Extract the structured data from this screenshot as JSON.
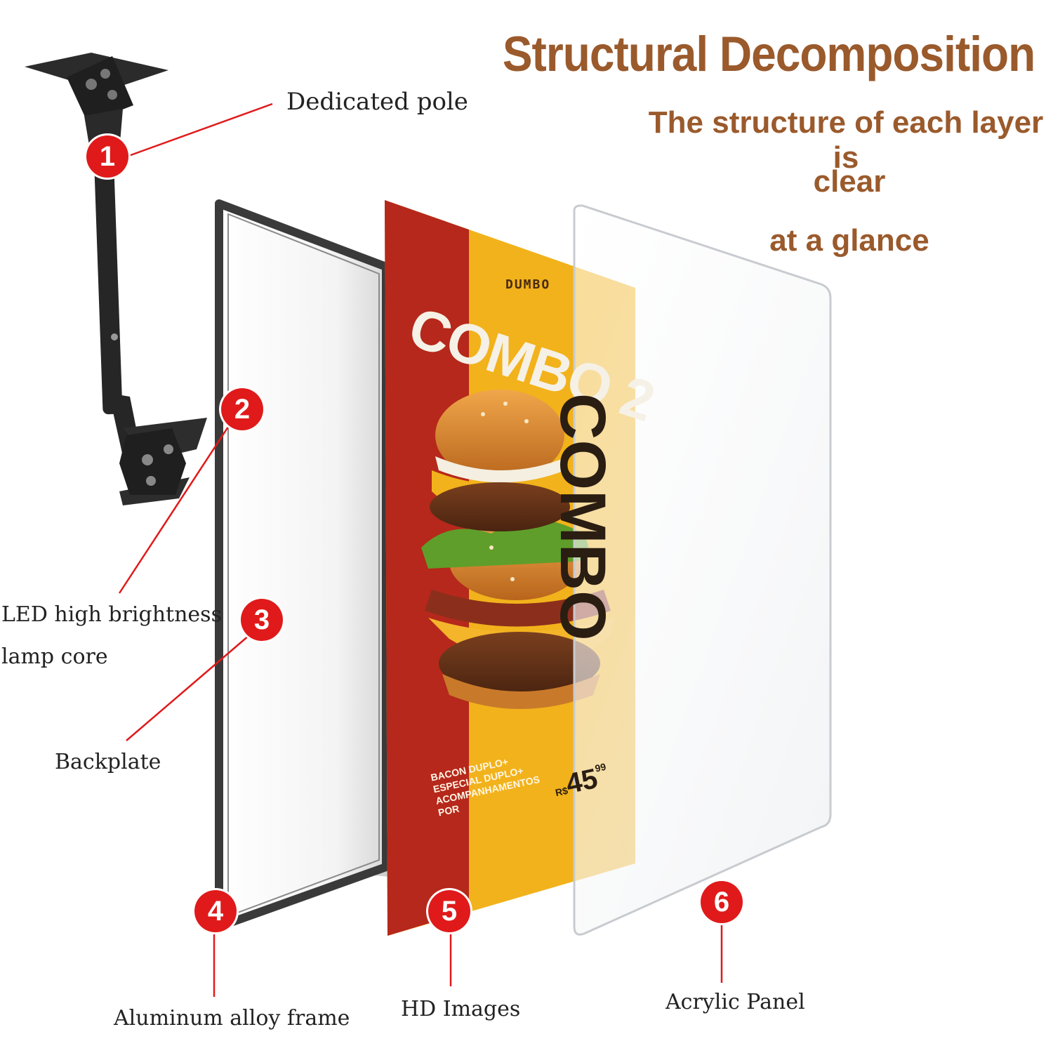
{
  "title": "Structural Decomposition",
  "subtitle_lines": [
    "The structure of each layer is",
    "clear",
    "at a glance"
  ],
  "parts": [
    {
      "number": "1",
      "label": "Dedicated pole"
    },
    {
      "number": "2",
      "label_lines": [
        "LED high brightness",
        "lamp core"
      ]
    },
    {
      "number": "3",
      "label": "Backplate"
    },
    {
      "number": "4",
      "label": "Aluminum alloy frame"
    },
    {
      "number": "5",
      "label": "HD Images"
    },
    {
      "number": "6",
      "label": "Acrylic Panel"
    }
  ],
  "poster": {
    "brand": "DUMBO",
    "headline": "COMBO 2",
    "side_text": "COMBO",
    "menu_lines": [
      "BACON DUPLO+",
      "ESPECIAL DUPLO+",
      "ACOMPANHAMENTOS",
      "POR"
    ],
    "currency": "R$",
    "price_int": "45",
    "price_dec": "99"
  },
  "colors": {
    "accent_red": "#e01a1a",
    "title_brown": "#9a5a2c",
    "poster_red": "#b5281b",
    "poster_yellow": "#f2b21b"
  }
}
